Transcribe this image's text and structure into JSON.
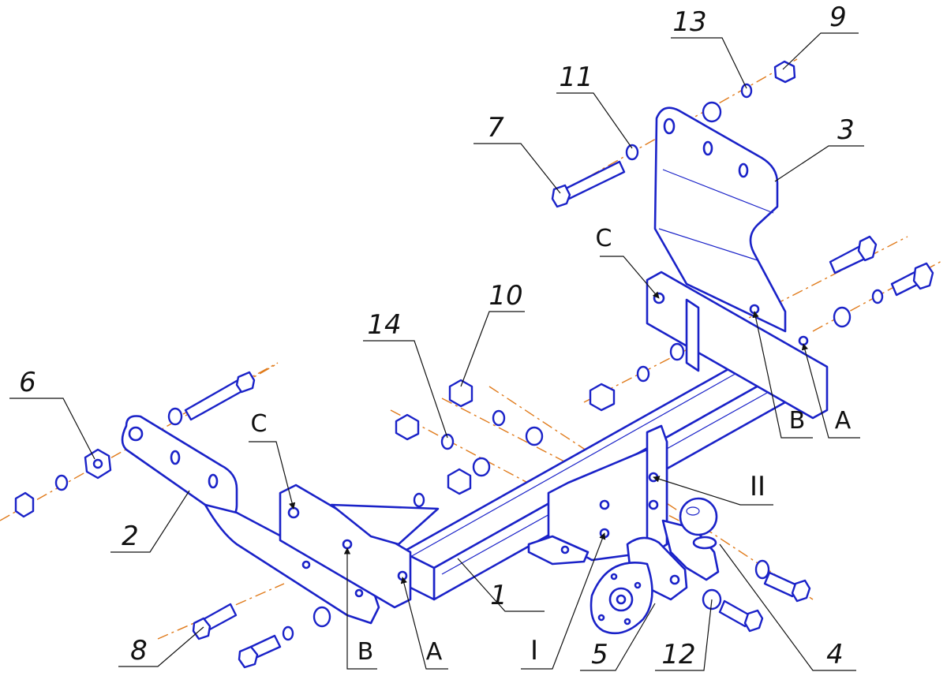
{
  "colors": {
    "part": "#1a22c8",
    "part_fill": "#ffffff",
    "axis": "#e07a1a",
    "leader": "#111111",
    "text": "#111111"
  },
  "callouts": {
    "p1": "1",
    "p2": "2",
    "p3": "3",
    "p4": "4",
    "p5": "5",
    "p6": "6",
    "p7": "7",
    "p8": "8",
    "p9": "9",
    "p10": "10",
    "p11": "11",
    "p12": "12",
    "p13": "13",
    "p14": "14"
  },
  "points": {
    "A": "A",
    "B": "B",
    "C": "C",
    "I": "I",
    "II": "II"
  }
}
